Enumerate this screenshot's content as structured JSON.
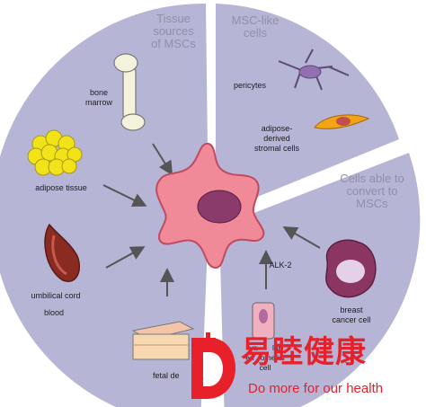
{
  "sections": {
    "tissue_title": "Tissue\nsources\nof MSCs",
    "msc_like_title": "MSC-like\ncells",
    "convert_title": "Cells able to\nconvert to\nMSCs"
  },
  "labels": {
    "bone_marrow": "bone\nmarrow",
    "adipose_tissue": "adipose tissue",
    "umbilical_cord": "umbilical cord",
    "blood": "blood",
    "fetal_dermis": "fetal de",
    "pericytes": "pericytes",
    "adipose_stromal": "adipose-\nderived\nstromal cells",
    "breast_cancer": "breast\ncancer cell",
    "alk2": "ALK-2",
    "vascular_endothelial": "va       lar\nen   othelial\ncell"
  },
  "watermark": {
    "chinese": "易睦健康",
    "english": "Do more for our health"
  },
  "colors": {
    "disc": "#b7b5d6",
    "cell": "#f08a98",
    "nucleus": "#8b3a6c",
    "accent": "#e8202a"
  }
}
